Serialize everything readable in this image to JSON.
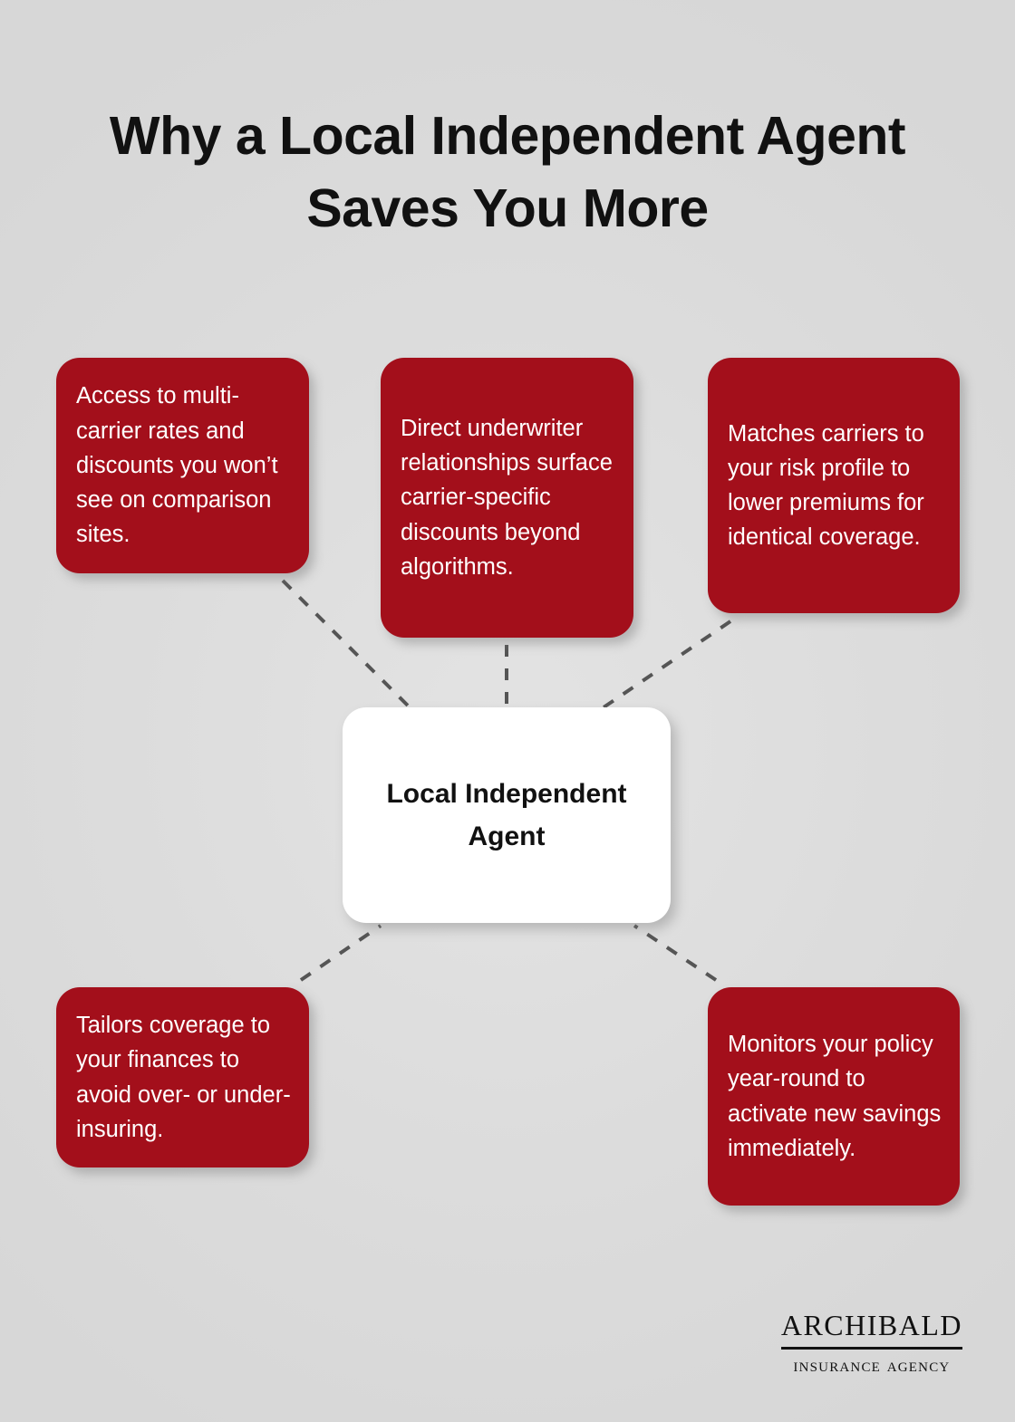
{
  "page": {
    "title": "Why a Local Independent Agent Saves You More",
    "background_color": "#dedede",
    "accent_color": "#a30f1b",
    "center_color": "#ffffff",
    "connector_color": "#555555"
  },
  "center_node": {
    "label": "Local Independent Agent"
  },
  "branches": [
    {
      "id": "access",
      "label": "Access to multi-carrier rates and discounts you won’t see on comparison sites."
    },
    {
      "id": "direct",
      "label": "Direct underwriter relationships surface carrier-specific discounts beyond algorithms."
    },
    {
      "id": "matches",
      "label": "Matches carriers to your risk profile to lower premiums for identical coverage."
    },
    {
      "id": "tailors",
      "label": "Tailors coverage to your finances to avoid over- or under-insuring."
    },
    {
      "id": "monitors",
      "label": "Monitors your policy year-round to activate new savings immediately."
    }
  ],
  "logo": {
    "name": "ARCHIBALD",
    "tagline": "INSURANCE AGENCY"
  },
  "chart_data": {
    "type": "diagram",
    "diagram_kind": "hub-and-spoke mind map",
    "title": "Why a Local Independent Agent Saves You More",
    "hub": "Local Independent Agent",
    "spokes": [
      "Access to multi-carrier rates and discounts you won’t see on comparison sites.",
      "Direct underwriter relationships surface carrier-specific discounts beyond algorithms.",
      "Matches carriers to your risk profile to lower premiums for identical coverage.",
      "Tailors coverage to your finances to avoid over- or under-insuring.",
      "Monitors your policy year-round to activate new savings immediately."
    ],
    "edge_style": "dashed",
    "legend": "none"
  }
}
